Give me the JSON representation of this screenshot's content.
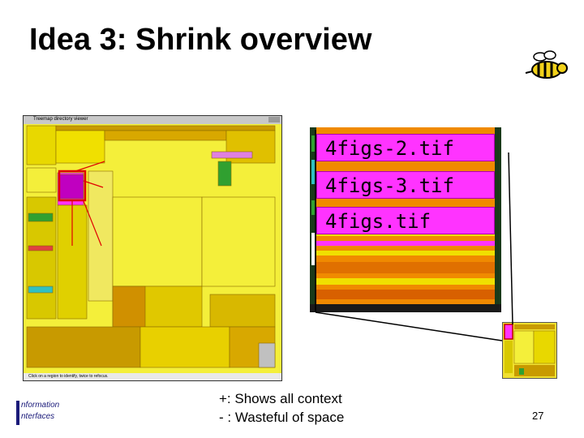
{
  "slide": {
    "title": "Idea 3: Shrink overview",
    "page_number": "27"
  },
  "bullets": [
    "+: Shows all context",
    "- : Wasteful of space"
  ],
  "screenshot": {
    "window_title": "Treemap directory viewer",
    "status": "Click on a region to identify, twice to refocus."
  },
  "zoom": {
    "files": [
      "4figs-2.tif",
      "4figs-3.tif",
      "4figs.tif"
    ]
  },
  "logo": {
    "line1": "nformation",
    "line2": "nterfaces"
  },
  "colors": {
    "treemap_yellow": "#f4ef3a",
    "orange": "#f08a00",
    "magenta": "#ff33ff",
    "red_marker": "#e00000"
  }
}
